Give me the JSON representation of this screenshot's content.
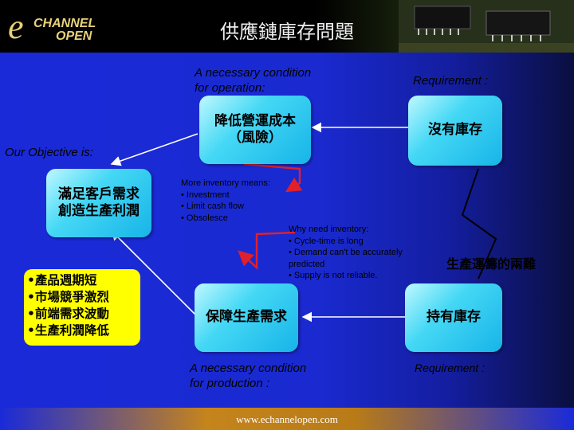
{
  "header": {
    "title": "供應鏈庫存問題",
    "logo_text_top": "CHANNEL",
    "logo_text_bottom": "OPEN",
    "logo_letter": "e"
  },
  "diagram": {
    "top_left_caption": [
      "A necessary condition",
      "for operation:"
    ],
    "top_right_caption": "Requirement :",
    "objective_caption": "Our Objective is:",
    "box_reduce_cost": [
      "降低營運成本",
      "（風險）"
    ],
    "box_no_inventory": "沒有庫存",
    "box_objective": [
      "滿足客戶需求",
      "創造生產利潤"
    ],
    "box_ensure_demand": "保障生產需求",
    "box_hold_inventory": "持有庫存",
    "more_inventory": [
      "More inventory means:",
      "• Investment",
      "• Limit cash flow",
      "• Obsolesce"
    ],
    "why_inventory": [
      "Why need inventory:",
      "• Cycle-time is long",
      "• Demand can't be accurately",
      "predicted",
      "• Supply is not reliable."
    ],
    "yellow_list": [
      "•產品週期短",
      "•市場競爭激烈",
      "•前端需求波動",
      "•生產利潤降低"
    ],
    "dilemma": "生產運籌的兩難",
    "bottom_left_caption": [
      "A necessary condition",
      "for production :"
    ],
    "bottom_right_caption": "Requirement :"
  },
  "footer": {
    "url": "www.echannelopen.com"
  },
  "colors": {
    "background": "#1a2ad8",
    "box_fill": "#17b4e8",
    "yellow_box": "#ffff00",
    "conflict_line": "#e0202a"
  }
}
